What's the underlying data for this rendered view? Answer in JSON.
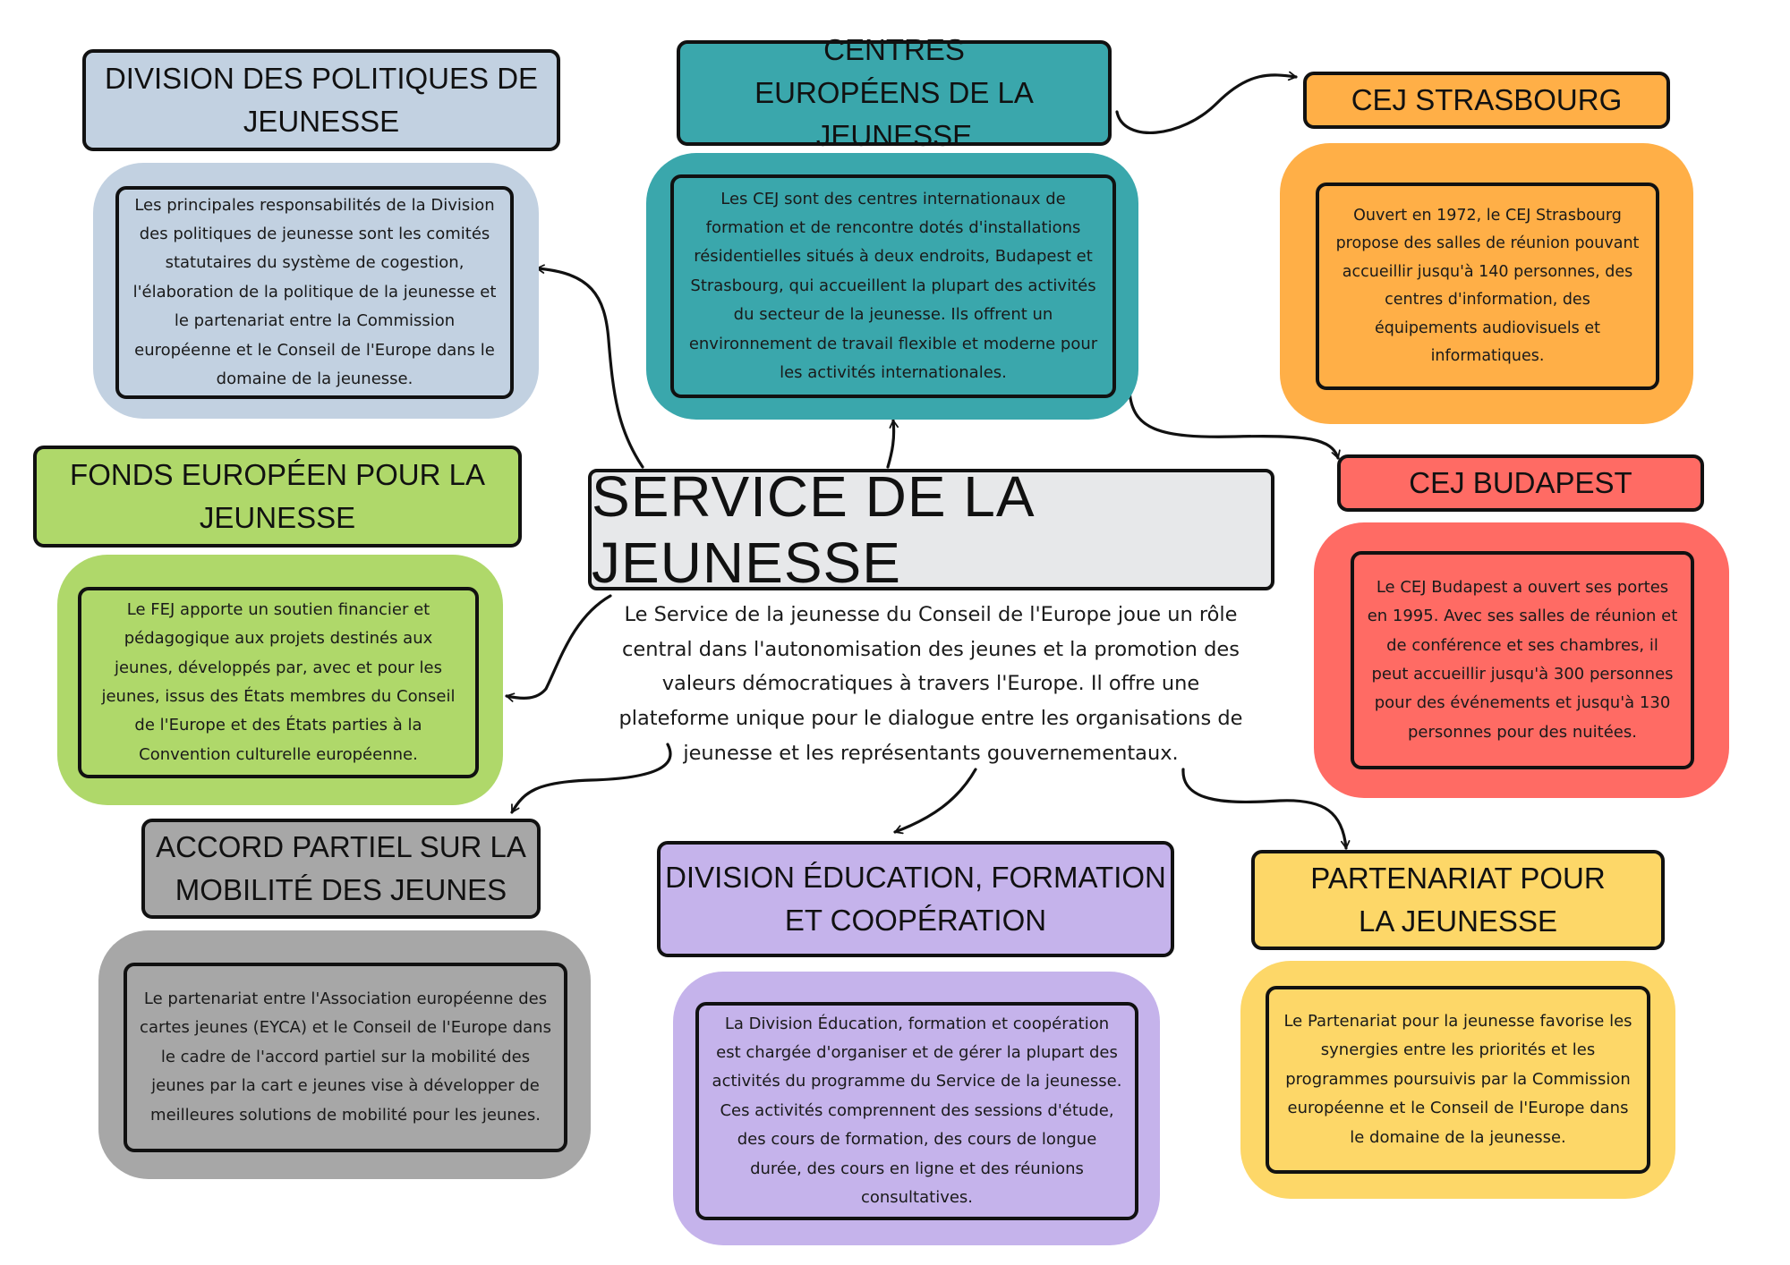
{
  "center": {
    "title": "SERVICE DE LA JEUNESSE",
    "description": "Le Service de la jeunesse du Conseil de l'Europe joue un rôle central dans l'autonomisation des jeunes et la promotion des valeurs démocratiques à travers l'Europe. Il offre une plateforme unique pour le dialogue entre les organisations de jeunesse et les représentants gouvernementaux."
  },
  "nodes": {
    "division_politiques": {
      "title": "DIVISION DES POLITIQUES DE JEUNESSE",
      "text": "Les principales responsabilités de la Division des politiques de jeunesse sont les comités statutaires du système de cogestion, l'élaboration de la politique de la jeunesse et le partenariat entre la Commission européenne et le Conseil de l'Europe dans le domaine de la jeunesse."
    },
    "centres_europeens": {
      "title": "CENTRES EUROPÉENS DE LA JEUNESSE",
      "text": "Les CEJ sont des centres internationaux de formation et de rencontre dotés d'installations résidentielles situés à deux endroits, Budapest et Strasbourg, qui accueillent la plupart des activités du secteur de la jeunesse. Ils offrent un environnement de travail flexible et moderne pour les activités internationales."
    },
    "cej_strasbourg": {
      "title": "CEJ STRASBOURG",
      "text": "Ouvert en 1972, le CEJ Strasbourg propose des salles de réunion pouvant accueillir jusqu'à 140 personnes, des centres d'information, des équipements audiovisuels et informatiques."
    },
    "cej_budapest": {
      "title": "CEJ BUDAPEST",
      "text": "Le CEJ Budapest a ouvert ses portes en 1995. Avec ses salles de réunion et de conférence et ses chambres, il peut accueillir jusqu'à 300 personnes pour des événements et jusqu'à 130 personnes pour des nuitées."
    },
    "fonds_europeen": {
      "title": "FONDS EUROPÉEN POUR LA JEUNESSE",
      "text": "Le FEJ apporte un soutien financier et pédagogique aux projets destinés aux jeunes, développés par, avec et pour les jeunes, issus des États membres du Conseil de l'Europe et des États parties à la Convention culturelle européenne."
    },
    "accord_partiel": {
      "title": "ACCORD PARTIEL SUR LA MOBILITÉ DES JEUNES",
      "text": "Le partenariat entre l'Association européenne des cartes jeunes (EYCA) et le Conseil de l'Europe dans le cadre de l'accord partiel sur la mobilité des jeunes par la cart e jeunes vise à développer de meilleures solutions de mobilité pour les jeunes."
    },
    "division_education": {
      "title": "DIVISION ÉDUCATION, FORMATION ET COOPÉRATION",
      "text": "La Division Éducation, formation et coopération est chargée d'organiser et de gérer la plupart des activités du programme du Service de la jeunesse. Ces activités comprennent des sessions d'étude, des cours de formation, des cours de longue durée, des cours en ligne et des réunions consultatives."
    },
    "partenariat": {
      "title": "PARTENARIAT POUR LA JEUNESSE",
      "text": "Le Partenariat pour la jeunesse favorise les synergies entre les priorités et les programmes poursuivis par la Commission européenne et le Conseil de l'Europe dans le domaine de la jeunesse."
    }
  },
  "colors": {
    "politiques": "#c2d1e1",
    "centres": "#3aa7ac",
    "strasbourg": "#ffaf47",
    "budapest": "#ff6b64",
    "fonds": "#afd86a",
    "accord": "#a7a7a7",
    "education": "#c5b3eb",
    "partenariat": "#fdd768",
    "center": "#e7e8ea"
  }
}
